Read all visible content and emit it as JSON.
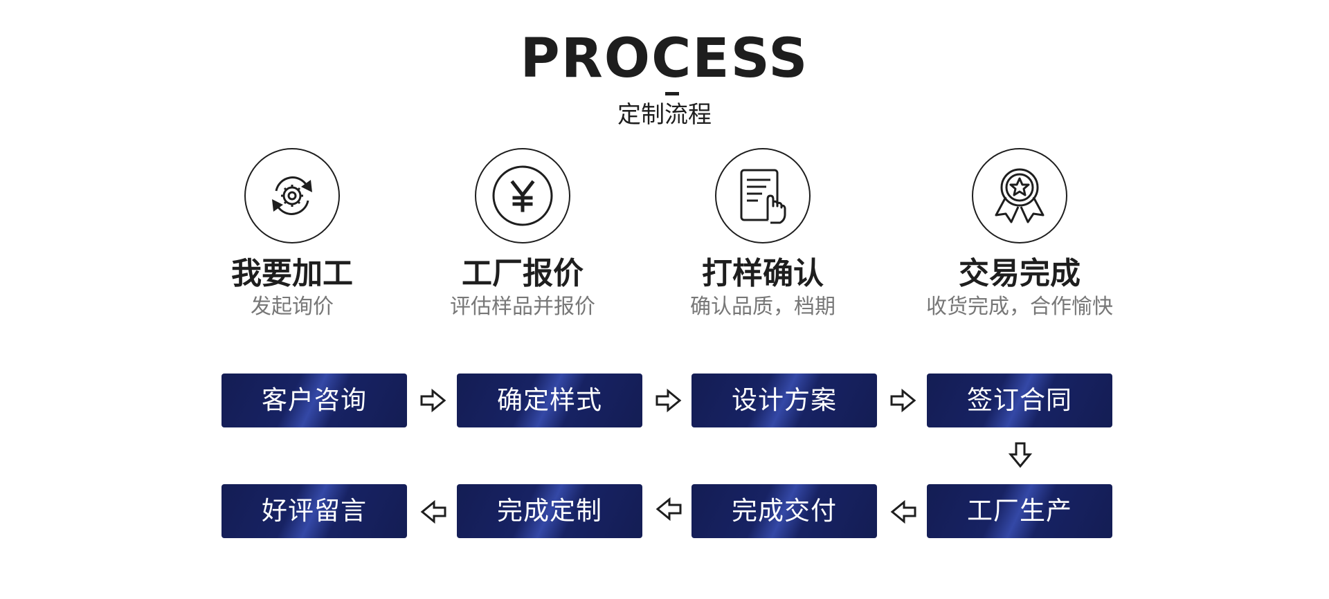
{
  "header": {
    "title": "PROCESS",
    "subtitle": "定制流程"
  },
  "steps": [
    {
      "icon": "gear-cycle-icon",
      "title": "我要加工",
      "desc": "发起询价"
    },
    {
      "icon": "yen-coin-icon",
      "title": "工厂报价",
      "desc": "评估样品并报价"
    },
    {
      "icon": "document-hand-icon",
      "title": "打样确认",
      "desc": "确认品质，档期"
    },
    {
      "icon": "award-badge-icon",
      "title": "交易完成",
      "desc": "收货完成，合作愉快"
    }
  ],
  "flow": {
    "row1": [
      "客户咨询",
      "确定样式",
      "设计方案",
      "签订合同"
    ],
    "row2": [
      "工厂生产",
      "完成交付",
      "完成定制",
      "好评留言"
    ]
  },
  "colors": {
    "box_dark": "#141d54",
    "box_highlight": "#3448a6",
    "text_dark": "#1e1e1e",
    "text_gray": "#777777"
  }
}
